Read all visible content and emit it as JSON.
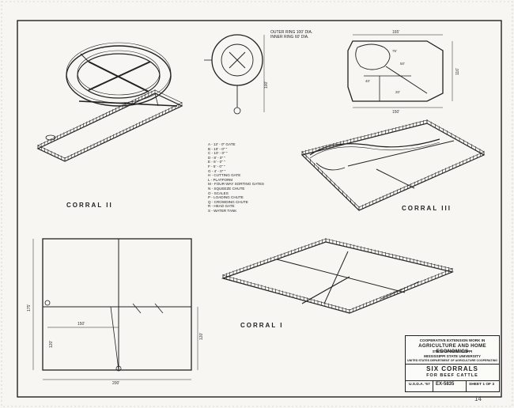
{
  "sheet": {
    "titles": {
      "corral_ii": "CORRAL II",
      "corral_iii": "CORRAL III",
      "corral_i": "CORRAL I"
    },
    "circle_note": [
      "OUTER RING 100' DIA.",
      "INNER RING 60' DIA."
    ],
    "legend": [
      "A - 12' - 0\" GATE",
      "B - 10' - 0\"   \"",
      "C - 10' - 0\"   \"",
      "D - 8' - 0\"   \"",
      "E - 6' - 0\"   \"",
      "F - 5' - 0\"   \"",
      "G - 4' - 0\"   \"",
      "H - CUTTING GATE",
      "L - PLATFORM",
      "M - FOUR-WAY SORTING GATES",
      "N - SQUEEZE CHUTE",
      "O - SCALES",
      "P - LOADING CHUTE",
      "Q - CROWDING CHUTE",
      "R - HEAD GATE",
      "S - WATER TANK"
    ],
    "dimensions": {
      "c3_top": "165'",
      "c3_bottom": "150'",
      "c3_right": "116'",
      "c3_a": "75'",
      "c3_b": "50'",
      "c3_c": "40'",
      "c3_d": "20'",
      "circle_side": "100'",
      "c1_left": "175'",
      "c1_inner_h": "120'",
      "c1_mid": "150'",
      "c1_right": "120'",
      "c1_bottom": "200'"
    },
    "title_block": {
      "line1": "COOPERATIVE EXTENSION WORK IN",
      "line2": "AGRICULTURE AND HOME ECONOMICS",
      "line3": "STATE OF MISSISSIPPI",
      "line4": "MISSISSIPPI STATE UNIVERSITY",
      "line5": "UNITED STATES DEPARTMENT OF AGRICULTURE COOPERATING",
      "title": "SIX CORRALS",
      "subtitle": "FOR BEEF CATTLE",
      "agency": "U.S.D.A. '57",
      "plan_no": "EX-5835",
      "sheet_no": "SHEET 1 OF 3"
    },
    "corner_mark": "14"
  },
  "colors": {
    "ink": "#222222",
    "paper": "#f7f6f2"
  }
}
